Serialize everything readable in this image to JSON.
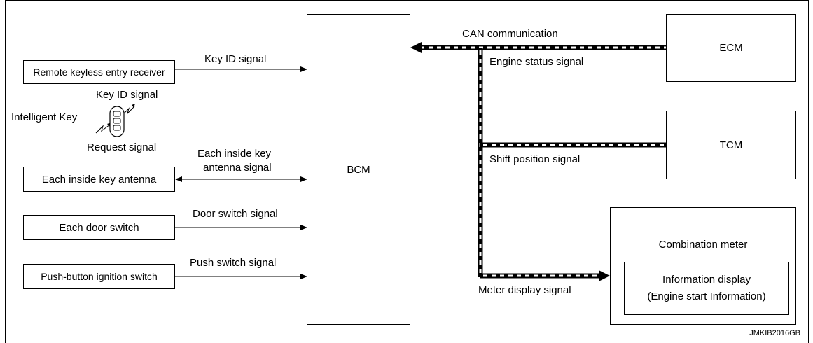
{
  "nodes": {
    "rke_receiver": "Remote keyless entry receiver",
    "intelligent_key": "Intelligent Key",
    "inside_antenna": "Each inside key antenna",
    "door_switch": "Each door switch",
    "push_button": "Push-button ignition switch",
    "bcm": "BCM",
    "ecm": "ECM",
    "tcm": "TCM",
    "combination_meter": "Combination meter",
    "info_display_line1": "Information display",
    "info_display_line2": "(Engine start Information)"
  },
  "signals": {
    "key_id_1": "Key ID signal",
    "key_id_2": "Key ID signal",
    "request": "Request signal",
    "antenna_line1": "Each inside key",
    "antenna_line2": "antenna signal",
    "door": "Door switch signal",
    "push": "Push switch signal",
    "can": "CAN communication",
    "engine_status": "Engine status signal",
    "shift_position": "Shift position signal",
    "meter_display": "Meter display signal"
  },
  "reference_code": "JMKIB2016GB"
}
